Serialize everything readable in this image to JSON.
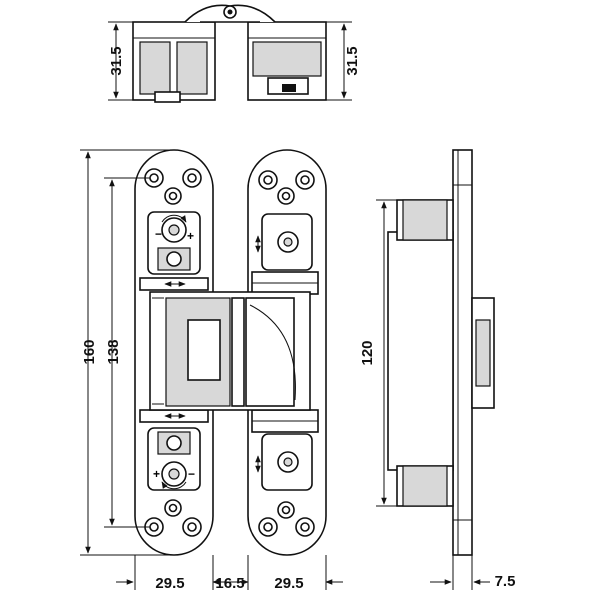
{
  "drawing": {
    "type": "technical-drawing",
    "subject": "concealed hinge",
    "line_color": "#111111",
    "fill_color": "#d8d8d8"
  },
  "dimensions": {
    "top_left_height": "31.5",
    "top_right_height": "31.5",
    "overall_height": "160",
    "hole_spacing": "138",
    "side_height": "120",
    "left_leaf_width": "29.5",
    "center_width": "16.5",
    "right_leaf_width": "29.5",
    "side_depth": "7.5"
  }
}
